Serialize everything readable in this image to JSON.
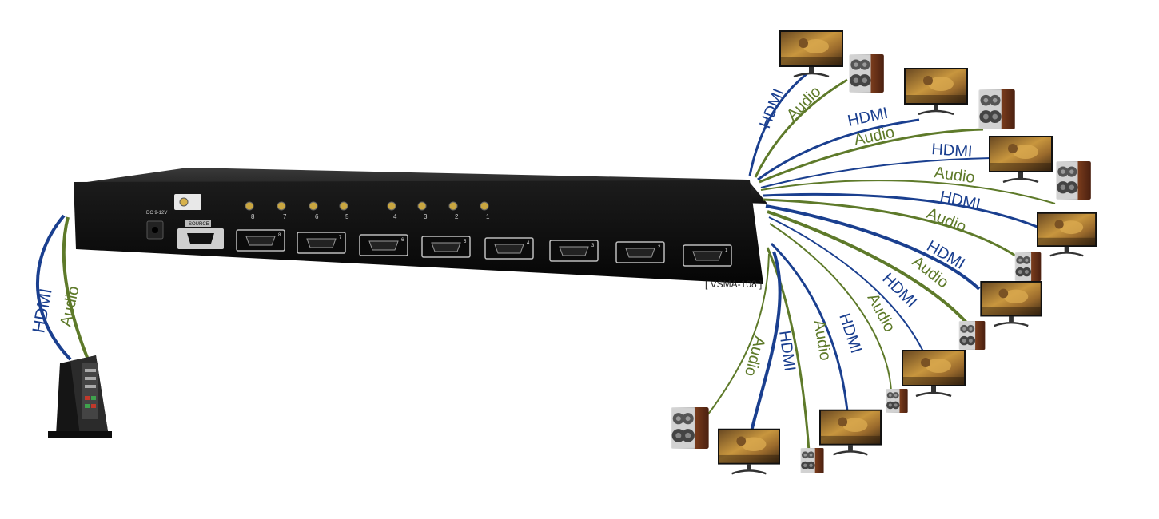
{
  "device": {
    "model_label": "[ VSMA-108 ]",
    "power_label": "DC 9-12V",
    "source_label": "SOURCE",
    "audio_port_labels": [
      "8",
      "7",
      "6",
      "5",
      "4",
      "3",
      "2",
      "1"
    ],
    "hdmi_output_numbers": [
      "8",
      "7",
      "6",
      "5",
      "4",
      "3",
      "2",
      "1"
    ]
  },
  "cables": {
    "hdmi_label": "HDMI",
    "audio_label": "Audio",
    "hdmi_color": "#1a3f8f",
    "audio_color": "#5e7a2a"
  },
  "source_device": {
    "icon": "computer-tower-icon"
  },
  "outputs": {
    "count": 8,
    "monitor_icon": "monitor-icon",
    "speaker_icon": "speaker-icon"
  }
}
